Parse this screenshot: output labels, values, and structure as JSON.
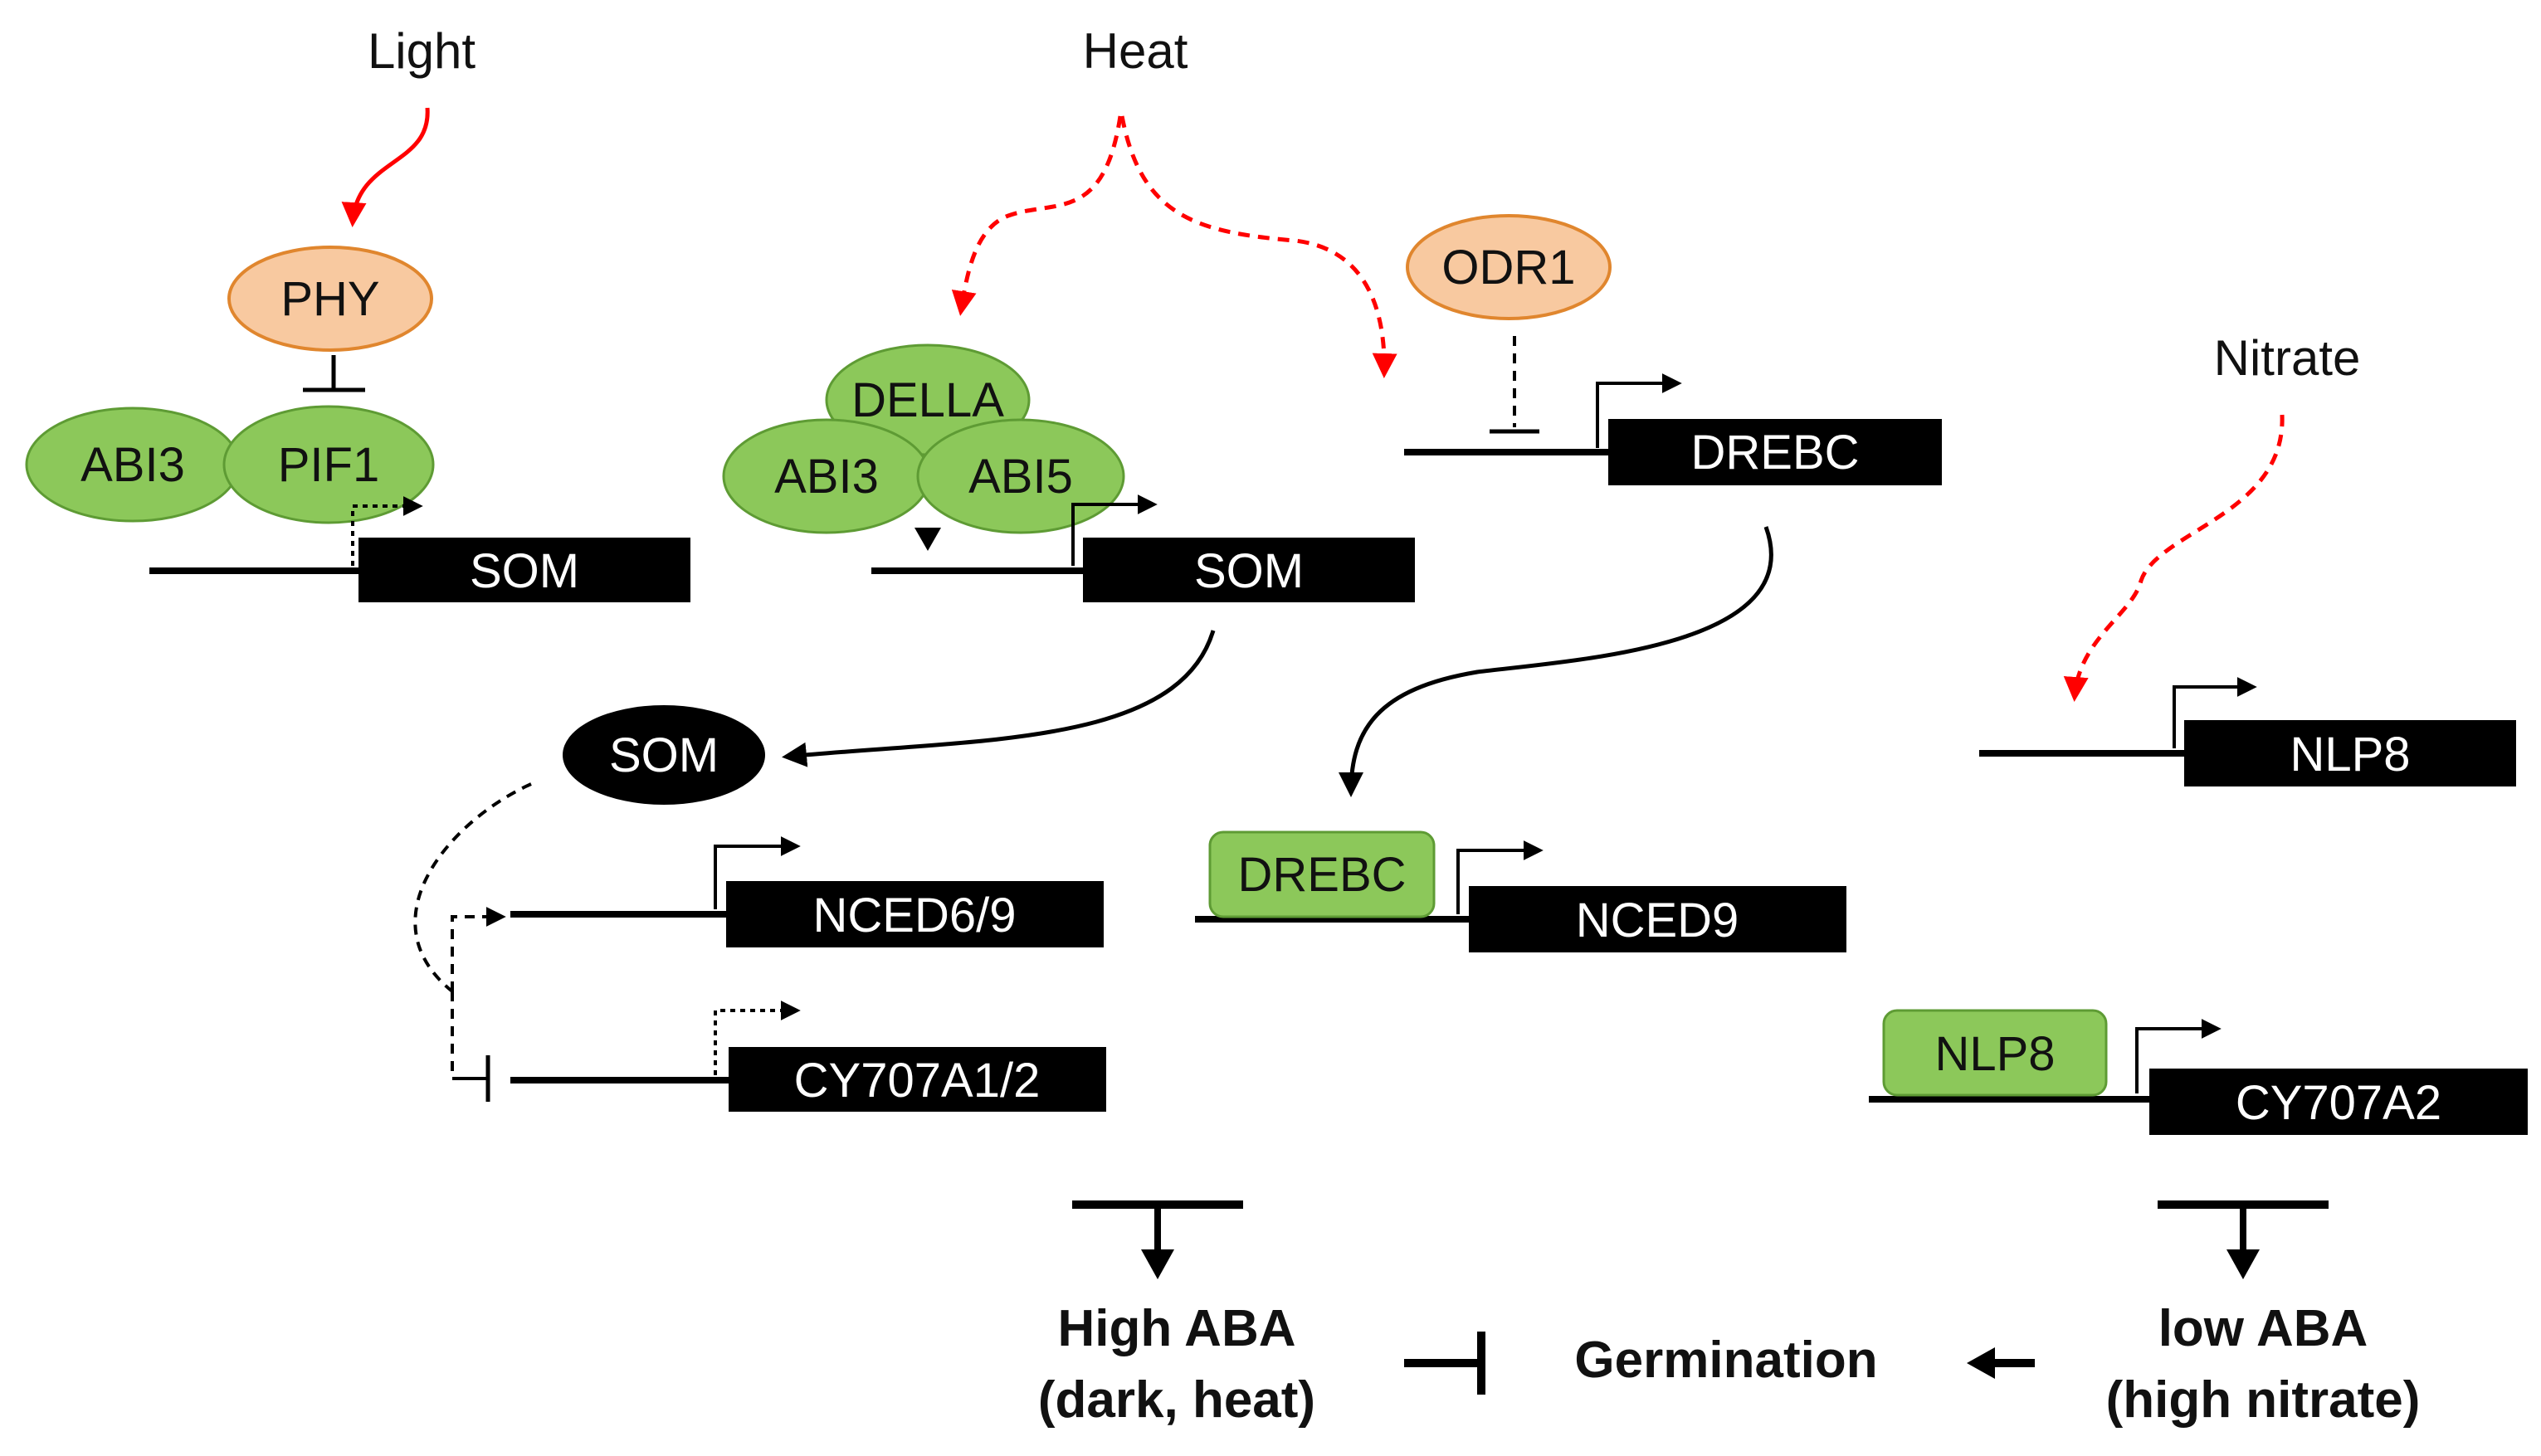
{
  "stimuli": {
    "light": "Light",
    "heat": "Heat",
    "nitrate": "Nitrate"
  },
  "proteins": {
    "phy": "PHY",
    "odr1": "ODR1",
    "abi3_left": "ABI3",
    "pif1": "PIF1",
    "della": "DELLA",
    "abi3_mid": "ABI3",
    "abi5": "ABI5",
    "som_protein": "SOM",
    "drebc_bound": "DREBC",
    "nlp8_bound": "NLP8"
  },
  "genes": {
    "som_left": "SOM",
    "som_mid": "SOM",
    "drebc": "DREBC",
    "nlp8": "NLP8",
    "nced69": "NCED6/9",
    "cy707a12": "CY707A1/2",
    "nced9": "NCED9",
    "cy707a2": "CY707A2"
  },
  "outcomes": {
    "high_aba_line1": "High ABA",
    "high_aba_line2": "(dark, heat)",
    "germination": "Germination",
    "low_aba_line1": "low ABA",
    "low_aba_line2": "(high nitrate)"
  },
  "colors": {
    "activator_green": "#8cc85a",
    "receptor_orange": "#f8c9a0",
    "gene_black": "#000000",
    "signal_red": "#ff0000"
  }
}
